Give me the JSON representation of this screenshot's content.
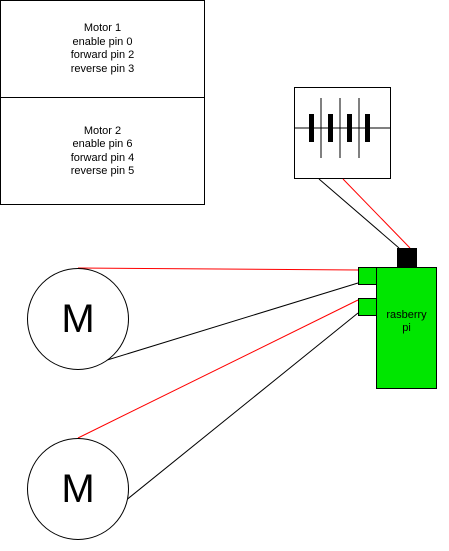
{
  "motor_table": {
    "motor1": [
      "Motor 1",
      "enable pin 0",
      "forward pin 2",
      "reverse pin 3"
    ],
    "motor2": [
      "Motor 2",
      "enable pin 6",
      "forward pin 4",
      "reverse pin 5"
    ]
  },
  "raspberry_pi": {
    "label_line1": "rasberry",
    "label_line2": "pi"
  },
  "motors": {
    "motor_a_label": "M",
    "motor_b_label": "M"
  },
  "colors": {
    "pi_green": "#00e600",
    "wire_red": "#ff0000",
    "wire_black": "#000000"
  }
}
